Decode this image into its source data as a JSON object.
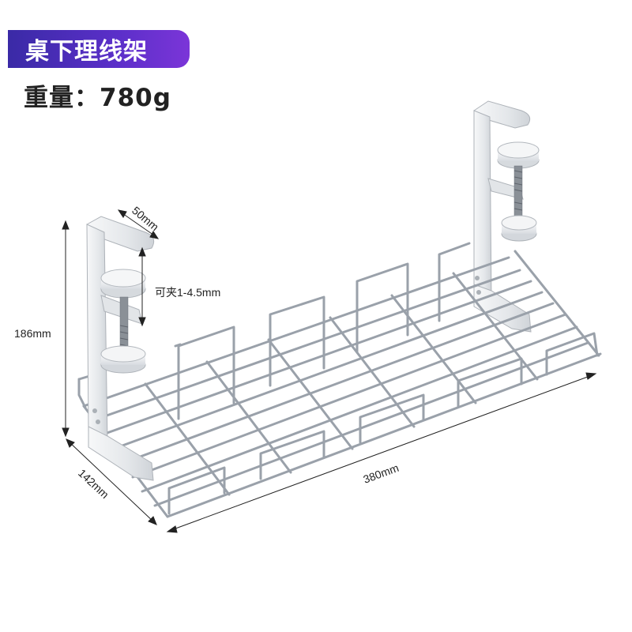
{
  "title": "桌下理线架",
  "weight_text": "重量：780g",
  "dimensions": {
    "height": "186mm",
    "depth": "142mm",
    "length": "380mm",
    "clamp_width": "50mm",
    "clamp_range": "可夹1-4.5mm"
  },
  "colors": {
    "badge_start": "#3a2aa6",
    "badge_end": "#7b35d8",
    "wire": "#9aa1aa",
    "bracket": "#eef0f2"
  }
}
